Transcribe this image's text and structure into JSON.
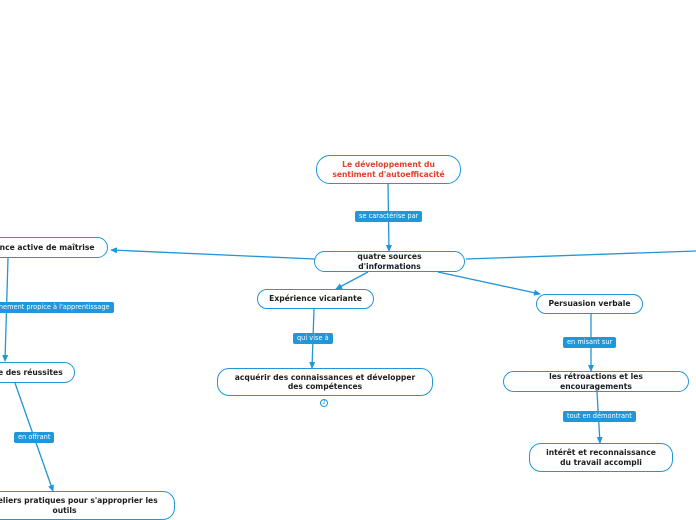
{
  "mindmap": {
    "root": "Le développement du sentiment d'autoefficacité",
    "label_root_hub": "se caractérise par",
    "hub": "quatre sources d'informations",
    "left_branch": {
      "node": "Expérience active de maîtrise",
      "label_1": "Environnement propice à l'apprentissage",
      "node_2": "Réussite des réussites",
      "label_2": "en offrant",
      "node_3": "des ateliers pratiques pour s'approprier les outils"
    },
    "vicarious_branch": {
      "node": "Expérience vicariante",
      "label": "qui vise à",
      "node_2": "acquérir des connaissances et développer des compétences",
      "collapse_count": "2"
    },
    "persuasion_branch": {
      "node": "Persuasion verbale",
      "label_1": "en misant sur",
      "node_2": "les rétroactions et les encouragements",
      "label_2": "tout en démontrant",
      "node_3": "intérêt et reconnaissance du travail accompli"
    },
    "colors": {
      "accent": "#2196d8",
      "root_text": "#e2412c",
      "node_text": "#1c1c1c"
    }
  }
}
